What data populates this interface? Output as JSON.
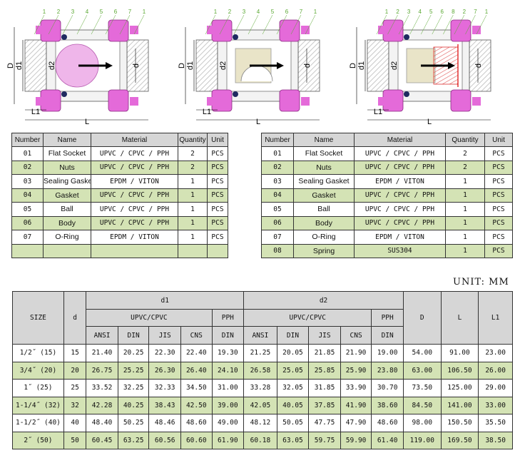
{
  "drawings": [
    {
      "variant": "ball",
      "callouts": [
        "1",
        "2",
        "3",
        "4",
        "5",
        "6",
        "7",
        "1"
      ],
      "dims": {
        "D": "D",
        "d1": "d1",
        "d2": "d2",
        "d": "d",
        "L1": "L1",
        "L": "L"
      }
    },
    {
      "variant": "half-ball",
      "callouts": [
        "1",
        "2",
        "3",
        "4",
        "5",
        "6",
        "7",
        "1"
      ],
      "dims": {
        "D": "D",
        "d1": "d1",
        "d2": "d2",
        "d": "d",
        "L1": "L1",
        "L": "L"
      }
    },
    {
      "variant": "spring",
      "callouts": [
        "1",
        "2",
        "3",
        "4",
        "5",
        "6",
        "8",
        "2",
        "7",
        "1"
      ],
      "dims": {
        "D": "D",
        "d1": "d1",
        "d2": "d2",
        "d": "d",
        "L1": "L1",
        "L": "L"
      }
    }
  ],
  "parts_headers": [
    "Number",
    "Name",
    "Material",
    "Quantity",
    "Unit"
  ],
  "parts_left": [
    {
      "number": "01",
      "name": "Flat Socket",
      "material": "UPVC / CPVC / PPH",
      "quantity": "2",
      "unit": "PCS"
    },
    {
      "number": "02",
      "name": "Nuts",
      "material": "UPVC / CPVC / PPH",
      "quantity": "2",
      "unit": "PCS"
    },
    {
      "number": "03",
      "name": "Sealing Gasket",
      "material": "EPDM / VITON",
      "quantity": "1",
      "unit": "PCS"
    },
    {
      "number": "04",
      "name": "Gasket",
      "material": "UPVC / CPVC / PPH",
      "quantity": "1",
      "unit": "PCS"
    },
    {
      "number": "05",
      "name": "Ball",
      "material": "UPVC / CPVC / PPH",
      "quantity": "1",
      "unit": "PCS"
    },
    {
      "number": "06",
      "name": "Body",
      "material": "UPVC / CPVC / PPH",
      "quantity": "1",
      "unit": "PCS"
    },
    {
      "number": "07",
      "name": "O-Ring",
      "material": "EPDM / VITON",
      "quantity": "1",
      "unit": "PCS"
    },
    {
      "number": "",
      "name": "",
      "material": "",
      "quantity": "",
      "unit": ""
    }
  ],
  "parts_right": [
    {
      "number": "01",
      "name": "Flat Socket",
      "material": "UPVC / CPVC / PPH",
      "quantity": "2",
      "unit": "PCS"
    },
    {
      "number": "02",
      "name": "Nuts",
      "material": "UPVC / CPVC / PPH",
      "quantity": "2",
      "unit": "PCS"
    },
    {
      "number": "03",
      "name": "Sealing Gasket",
      "material": "EPDM / VITON",
      "quantity": "1",
      "unit": "PCS"
    },
    {
      "number": "04",
      "name": "Gasket",
      "material": "UPVC / CPVC / PPH",
      "quantity": "1",
      "unit": "PCS"
    },
    {
      "number": "05",
      "name": "Ball",
      "material": "UPVC / CPVC / PPH",
      "quantity": "1",
      "unit": "PCS"
    },
    {
      "number": "06",
      "name": "Body",
      "material": "UPVC / CPVC / PPH",
      "quantity": "1",
      "unit": "PCS"
    },
    {
      "number": "07",
      "name": "O-Ring",
      "material": "EPDM / VITON",
      "quantity": "1",
      "unit": "PCS"
    },
    {
      "number": "08",
      "name": "Spring",
      "material": "SUS304",
      "quantity": "1",
      "unit": "PCS"
    }
  ],
  "unit_label": "UNIT: MM",
  "size_table": {
    "size": "SIZE",
    "d": "d",
    "d1": "d1",
    "d2": "d2",
    "upvc_cpvc": "UPVC/CPVC",
    "pph": "PPH",
    "D": "D",
    "L": "L",
    "L1": "L1",
    "sub": [
      "ANSI",
      "DIN",
      "JIS",
      "CNS",
      "DIN",
      "ANSI",
      "DIN",
      "JIS",
      "CNS",
      "DIN"
    ],
    "rows": [
      [
        "1/2˝ (15)",
        "15",
        "21.40",
        "20.25",
        "22.30",
        "22.40",
        "19.30",
        "21.25",
        "20.05",
        "21.85",
        "21.90",
        "19.00",
        "54.00",
        "91.00",
        "23.00"
      ],
      [
        "3/4˝ (20)",
        "20",
        "26.75",
        "25.25",
        "26.30",
        "26.40",
        "24.10",
        "26.58",
        "25.05",
        "25.85",
        "25.90",
        "23.80",
        "63.00",
        "106.50",
        "26.00"
      ],
      [
        "1˝ (25)",
        "25",
        "33.52",
        "32.25",
        "32.33",
        "34.50",
        "31.00",
        "33.28",
        "32.05",
        "31.85",
        "33.90",
        "30.70",
        "73.50",
        "125.00",
        "29.00"
      ],
      [
        "1-1/4˝ (32)",
        "32",
        "42.28",
        "40.25",
        "38.43",
        "42.50",
        "39.00",
        "42.05",
        "40.05",
        "37.85",
        "41.90",
        "38.60",
        "84.50",
        "141.00",
        "33.00"
      ],
      [
        "1-1/2˝ (40)",
        "40",
        "48.40",
        "50.25",
        "48.46",
        "48.60",
        "49.00",
        "48.12",
        "50.05",
        "47.75",
        "47.90",
        "48.60",
        "98.00",
        "150.50",
        "35.50"
      ],
      [
        "2˝ (50)",
        "50",
        "60.45",
        "63.25",
        "60.56",
        "60.60",
        "61.90",
        "60.18",
        "63.05",
        "59.75",
        "59.90",
        "61.40",
        "119.00",
        "169.50",
        "38.50"
      ]
    ]
  }
}
